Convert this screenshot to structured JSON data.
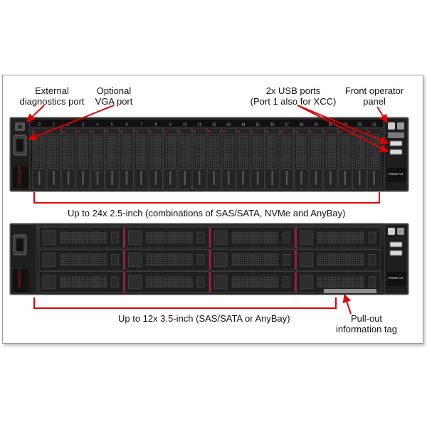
{
  "labels": {
    "ext_diag": [
      "External",
      "diagnostics port"
    ],
    "vga": [
      "Optional",
      "VGA port"
    ],
    "usb": [
      "2x USB ports",
      "(Port 1 also for XCC)"
    ],
    "operator": [
      "Front operator",
      "panel"
    ],
    "pullout": [
      "Pull-out",
      "information tag"
    ]
  },
  "captions": {
    "top": "Up to 24x 2.5-inch (combinations of SAS/SATA, NVMe and AnyBay)",
    "bottom": "Up to 12x 3.5-inch (SAS/SATA or AnyBay)"
  },
  "server_top": {
    "bay_numbers": [
      "0",
      "1",
      "2",
      "3",
      "4",
      "5",
      "6",
      "7",
      "8",
      "9",
      "10",
      "11",
      "12",
      "13",
      "14",
      "15",
      "16",
      "17",
      "18",
      "19",
      "20",
      "21",
      "22",
      "23"
    ],
    "model_label": "SR650 V2",
    "brand": "ThinkSystem"
  },
  "server_bottom": {
    "rows": 3,
    "columns": 4,
    "model_label": "SR650 V2",
    "brand": "ThinkSystem"
  },
  "colors": {
    "annotation": "#e00000",
    "chassis": "#1b1b1b",
    "bay": "#2a2a2a",
    "latch_red": "#c8102e"
  }
}
